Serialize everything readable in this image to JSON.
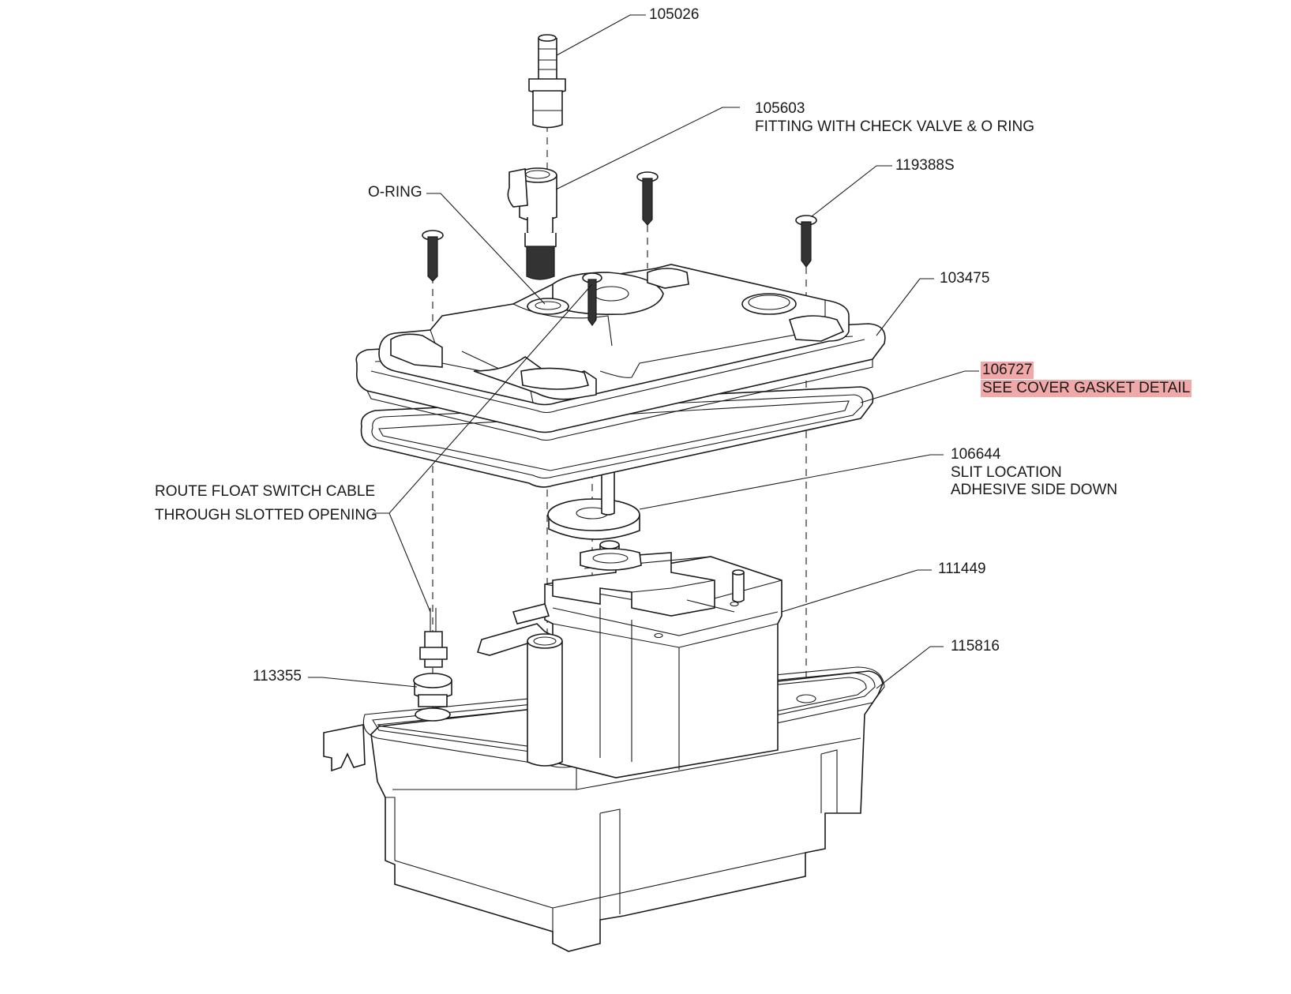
{
  "diagram": {
    "labels": {
      "p105026": "105026",
      "p105603": "105603",
      "p105603_desc": "FITTING WITH CHECK VALVE & O RING",
      "p119388S": "119388S",
      "oring": "O-RING",
      "p103475": "103475",
      "p106727": "106727",
      "p106727_desc": "SEE COVER GASKET DETAIL",
      "p106644": "106644",
      "p106644_desc1": "SLIT LOCATION",
      "p106644_desc2": "ADHESIVE SIDE DOWN",
      "route1": "ROUTE FLOAT SWITCH CABLE",
      "route2": "THROUGH SLOTTED OPENING",
      "p111449": "111449",
      "p115816": "115816",
      "p113355": "113355"
    },
    "highlight_color": "#f0a8a8"
  }
}
